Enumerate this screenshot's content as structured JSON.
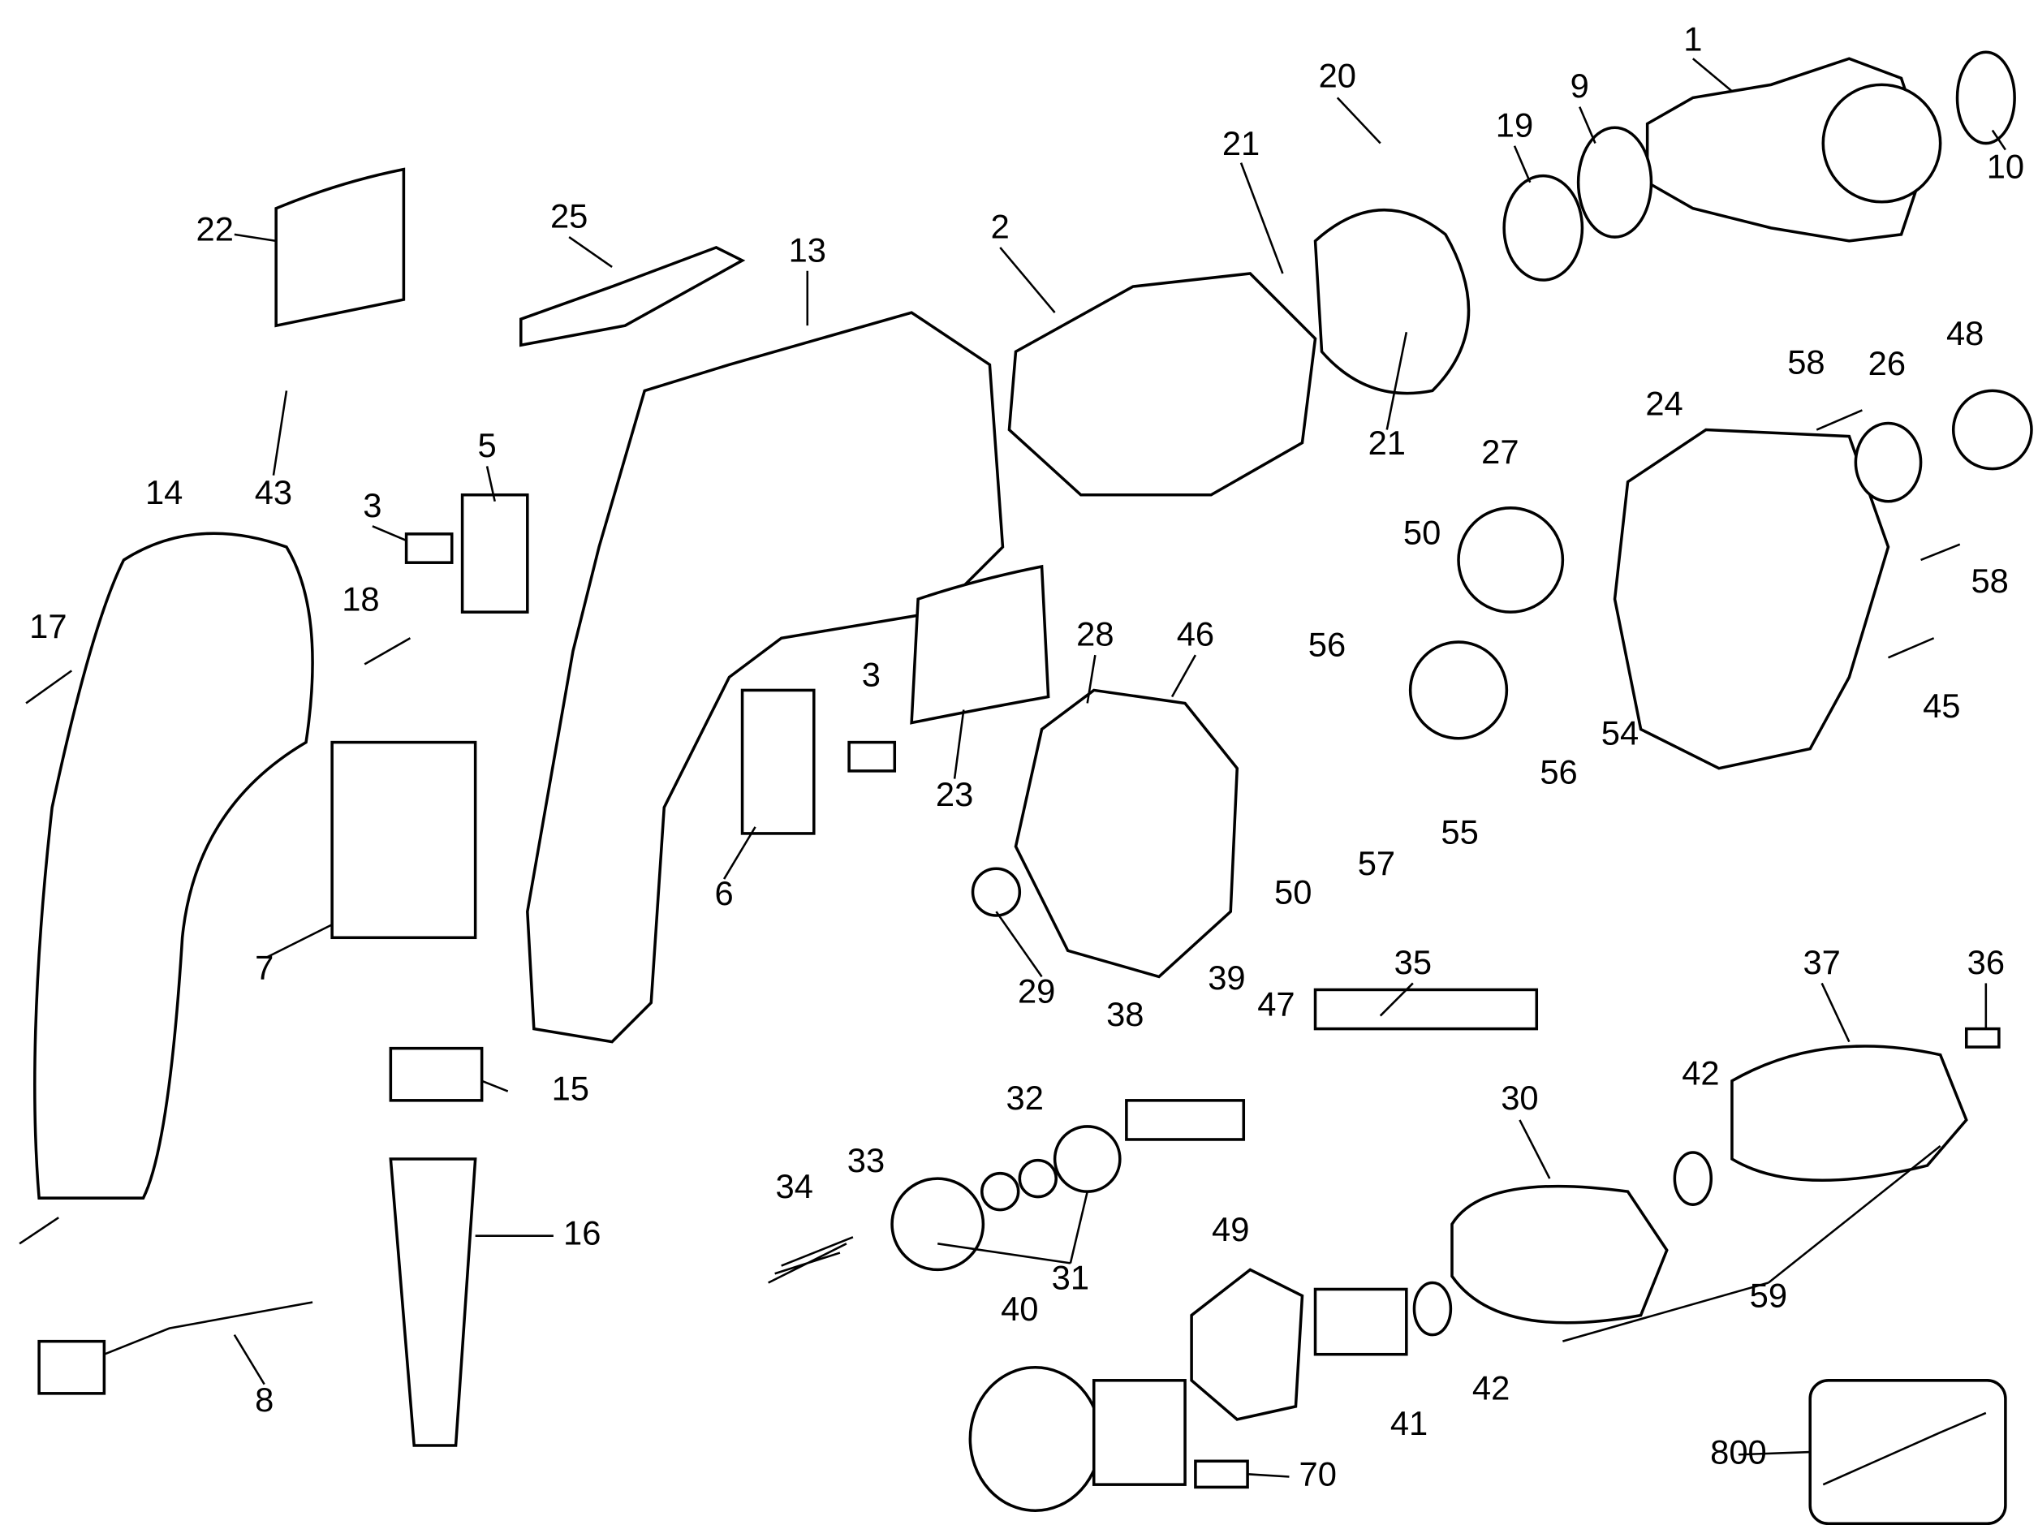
{
  "labels": [
    "1",
    "9",
    "10",
    "19",
    "20",
    "21",
    "21",
    "2",
    "13",
    "25",
    "22",
    "43",
    "14",
    "5",
    "3",
    "18",
    "17",
    "7",
    "6",
    "3",
    "23",
    "28",
    "46",
    "29",
    "50",
    "27",
    "56",
    "57",
    "50",
    "55",
    "56",
    "54",
    "24",
    "58",
    "26",
    "48",
    "58",
    "45",
    "15",
    "16",
    "8",
    "34",
    "33",
    "32",
    "31",
    "38",
    "39",
    "47",
    "35",
    "36",
    "37",
    "30",
    "42",
    "42",
    "59",
    "49",
    "40",
    "41",
    "70",
    "800"
  ]
}
